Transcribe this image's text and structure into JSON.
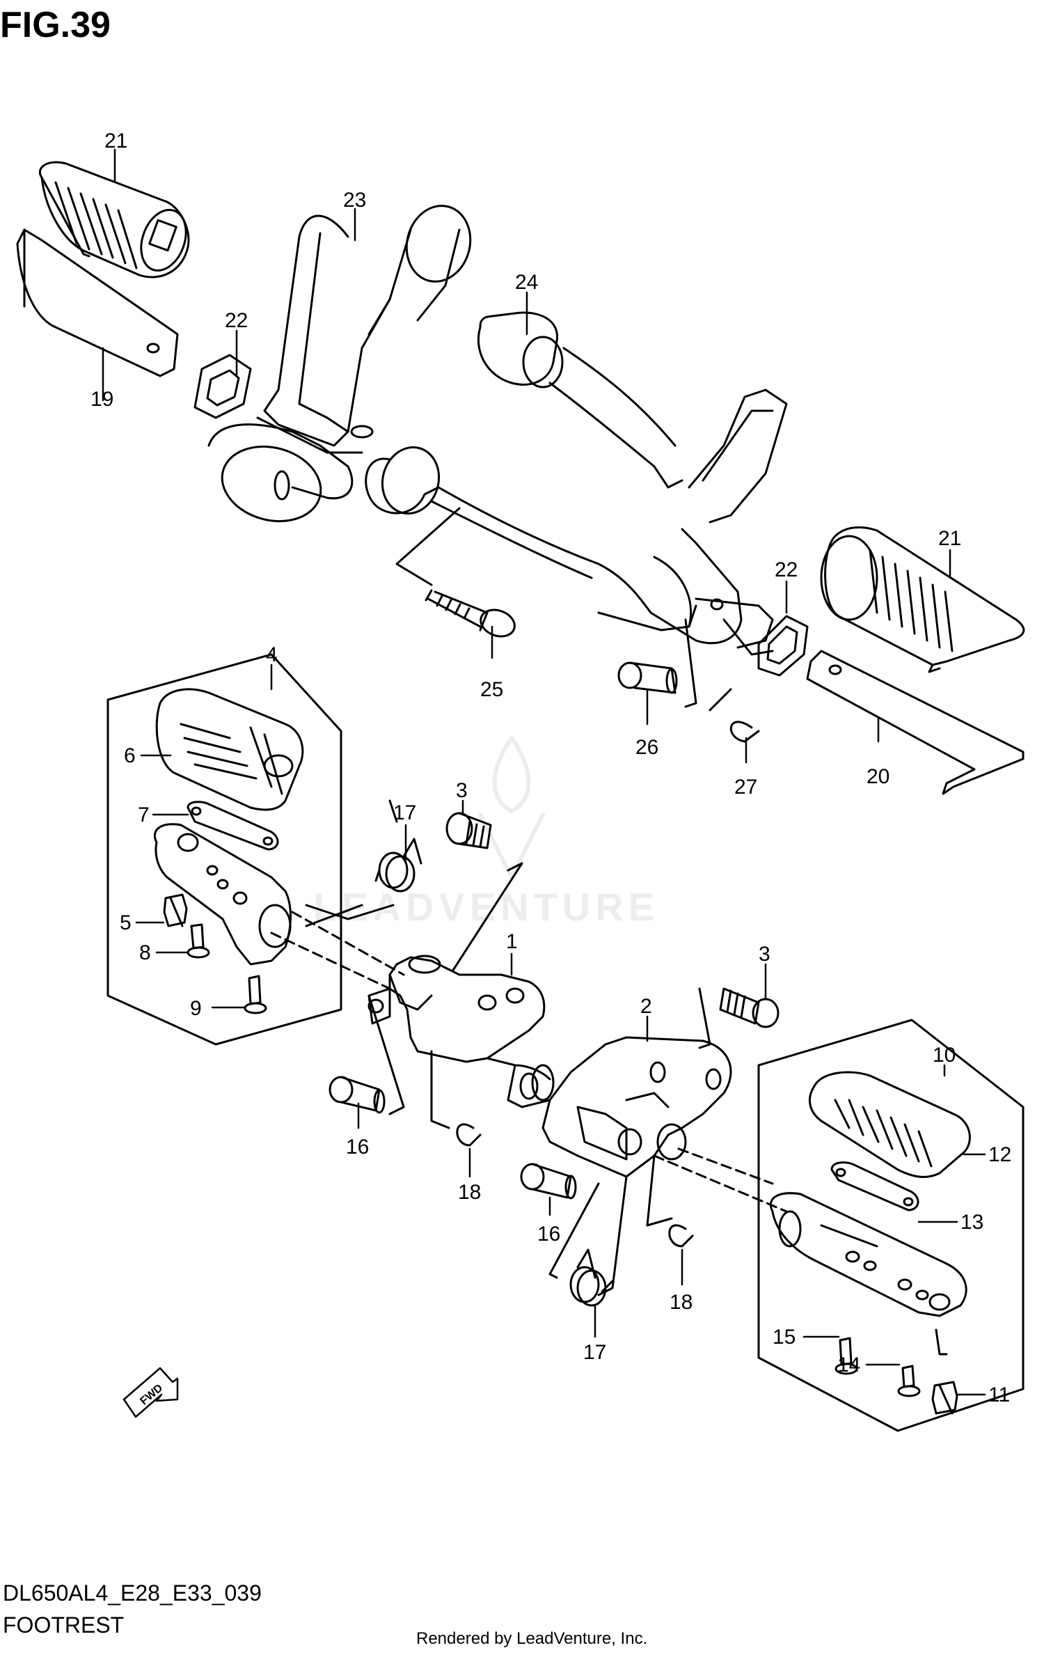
{
  "figure": {
    "title": "FIG.39",
    "code": "DL650AL4_E28_E33_039",
    "name": "FOOTREST",
    "credit": "Rendered by LeadVenture, Inc.",
    "watermark": "LEADVENTURE"
  },
  "fwd_badge": "FWD",
  "callouts": [
    "21",
    "23",
    "24",
    "22",
    "19",
    "25",
    "26",
    "27",
    "21",
    "22",
    "20",
    "4",
    "6",
    "7",
    "5",
    "8",
    "9",
    "3",
    "17",
    "1",
    "16",
    "18",
    "3",
    "2",
    "10",
    "12",
    "13",
    "16",
    "18",
    "17",
    "15",
    "14",
    "11"
  ]
}
